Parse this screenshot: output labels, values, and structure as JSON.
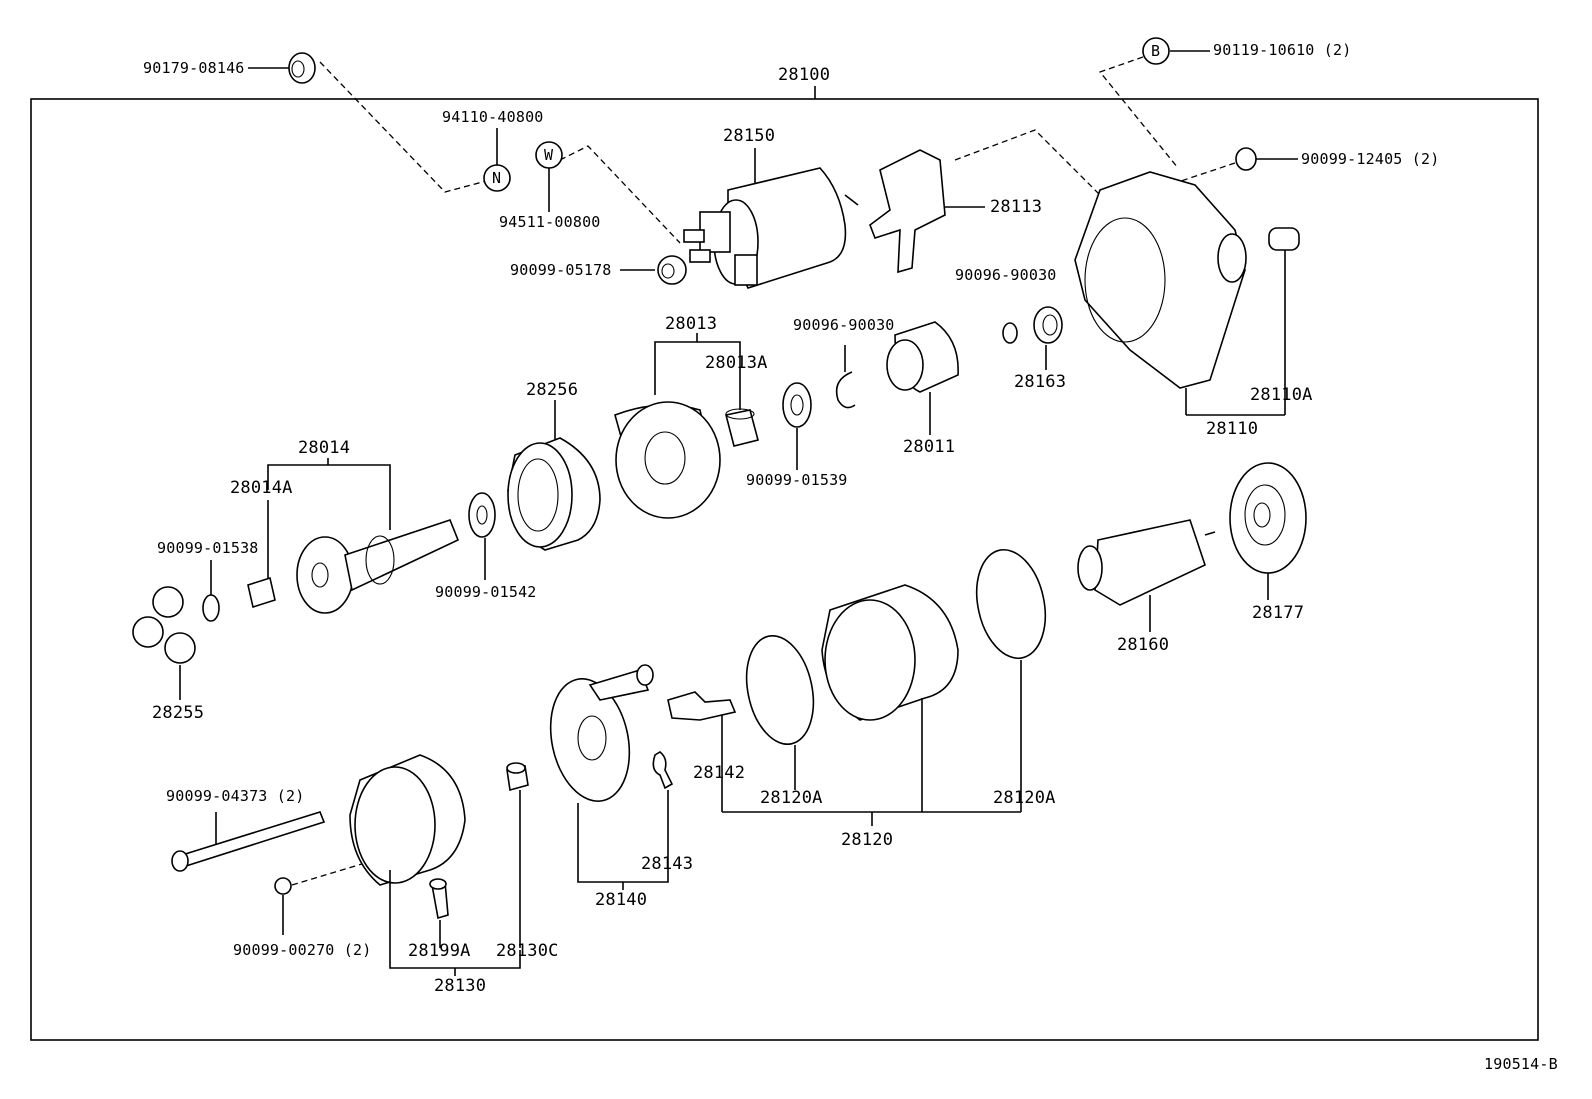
{
  "labels": {
    "p28100": "28100",
    "p90179": "90179-08146",
    "p94110": "94110-40800",
    "p94511": "94511-00800",
    "p90099_05178": "90099-05178",
    "p28150": "28150",
    "p28113": "28113",
    "p90119": "90119-10610 (2)",
    "p90099_12405": "90099-12405 (2)",
    "p28013": "28013",
    "p28013A": "28013A",
    "p90096a": "90096-90030",
    "p90096b": "90096-90030",
    "p28163": "28163",
    "p28110A": "28110A",
    "p28110": "28110",
    "p28256": "28256",
    "p28011": "28011",
    "p90099_01539": "90099-01539",
    "p28014": "28014",
    "p28014A": "28014A",
    "p90099_01538": "90099-01538",
    "p90099_01542": "90099-01542",
    "p28255": "28255",
    "p28177": "28177",
    "p28160": "28160",
    "p28142": "28142",
    "p28120A_l": "28120A",
    "p28120A_r": "28120A",
    "p28120": "28120",
    "p90099_04373": "90099-04373 (2)",
    "p28143": "28143",
    "p28140": "28140",
    "p90099_00270": "90099-00270 (2)",
    "p28199A": "28199A",
    "p28130C": "28130C",
    "p28130": "28130",
    "footer": "190514-B"
  },
  "callouts": {
    "n": "N",
    "w": "W",
    "b": "B"
  }
}
